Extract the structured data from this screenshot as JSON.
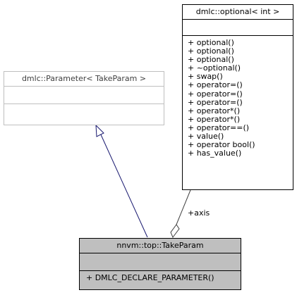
{
  "classes": {
    "optional_int": {
      "name": "dmlc::optional< int >",
      "attributes": [],
      "methods": [
        "+ optional()",
        "+ optional()",
        "+ optional()",
        "+ ~optional()",
        "+ swap()",
        "+ operator=()",
        "+ operator=()",
        "+ operator=()",
        "+ operator*()",
        "+ operator*()",
        "+ operator==()",
        "+ value()",
        "+ operator bool()",
        "+ has_value()"
      ]
    },
    "parameter_take_param": {
      "name": "dmlc::Parameter< TakeParam >",
      "attributes": [],
      "methods": []
    },
    "take_param": {
      "name": "nnvm::top::TakeParam",
      "attributes": [],
      "methods": [
        "+ DMLC_DECLARE_PARAMETER()"
      ]
    }
  },
  "edges": {
    "inheritance": {
      "from": "nnvm::top::TakeParam",
      "to": "dmlc::Parameter< TakeParam >",
      "kind": "generalization",
      "color": "#191970"
    },
    "composition": {
      "from": "dmlc::optional< int >",
      "to": "nnvm::top::TakeParam",
      "kind": "aggregation",
      "label": "+axis",
      "color": "#404040"
    }
  },
  "colors": {
    "highlight_fill": "#bfbfbf",
    "faded_border": "#bfbfbf",
    "inheritance_line": "#191970",
    "aggregation_line": "#404040"
  }
}
